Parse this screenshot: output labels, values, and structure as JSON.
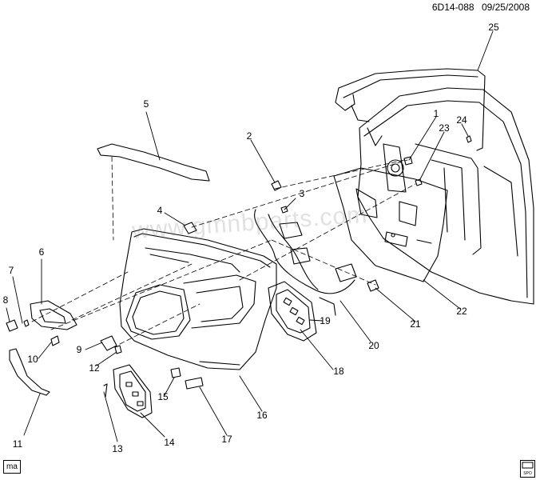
{
  "header": {
    "code": "6D14-088",
    "date": "09/25/2008"
  },
  "watermark": "www.gmnbparts.com",
  "corner_label": "ma",
  "logo_text": "GM SPO",
  "callouts": [
    "1",
    "2",
    "3",
    "4",
    "5",
    "6",
    "7",
    "8",
    "9",
    "10",
    "11",
    "12",
    "13",
    "14",
    "15",
    "16",
    "17",
    "18",
    "19",
    "20",
    "21",
    "22",
    "23",
    "24",
    "25"
  ]
}
